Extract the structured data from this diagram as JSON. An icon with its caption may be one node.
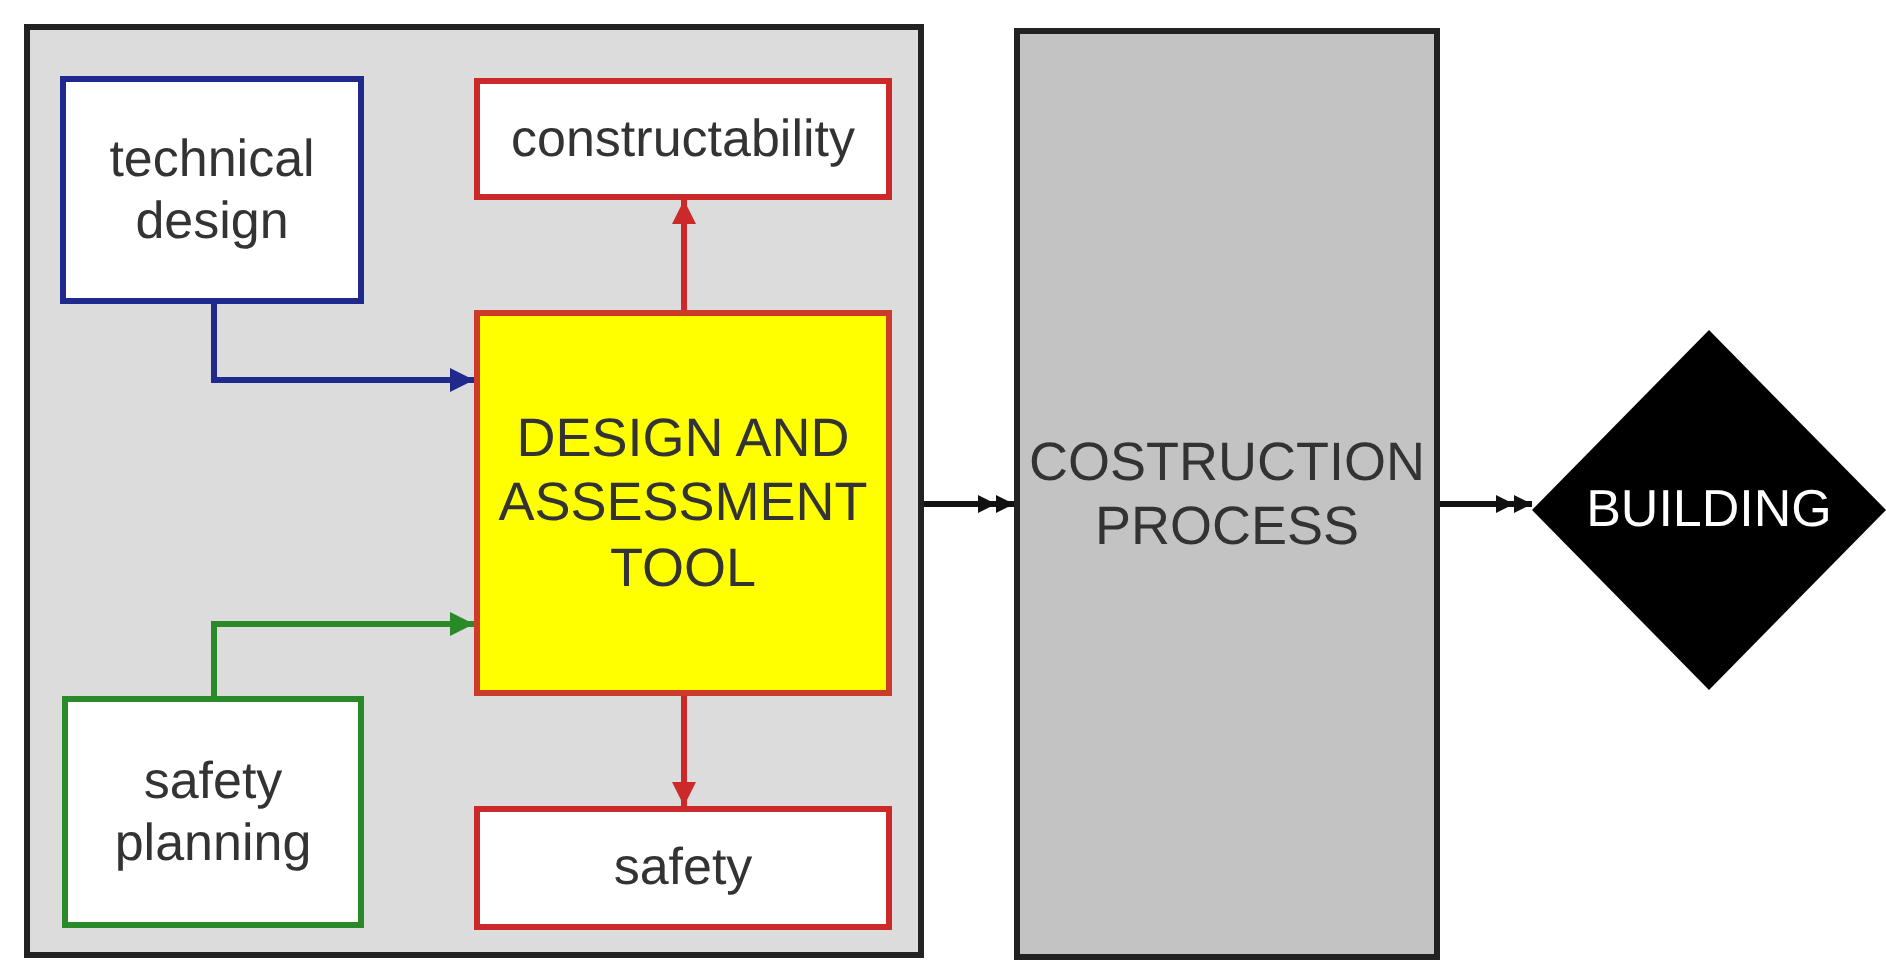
{
  "diagram": {
    "nodes": [
      {
        "text": [],
        "shape": "box"
      },
      {
        "text": [
          "technical design"
        ],
        "in": 0
      },
      {
        "text": [
          "constructability"
        ],
        "in": 0
      },
      {
        "text": [
          "DESIGN AND ASSESSMENT TOOL"
        ],
        "in": 0
      },
      {
        "text": [
          "safety planning"
        ],
        "in": 0
      },
      {
        "text": [
          "safety"
        ],
        "in": 0
      },
      {
        "text": [
          "COSTRUCTION PROCESS"
        ]
      },
      {
        "text": [
          "BUILDING"
        ]
      }
    ],
    "edges": [
      {
        "from": 1,
        "to": 3,
        "arrow": "to",
        "color": "#1f2a8c"
      },
      {
        "from": 4,
        "to": 3,
        "arrow": "to",
        "color": "#2a8a2a"
      },
      {
        "from": 3,
        "to": 2,
        "arrow": "to",
        "color": "#cc2a2a"
      },
      {
        "from": 3,
        "to": 5,
        "arrow": "to",
        "color": "#cc2a2a"
      },
      {
        "from": 0,
        "to": 6,
        "arrow": "to",
        "color": "#111111"
      },
      {
        "from": 6,
        "to": 7,
        "arrow": "to",
        "color": "#111111"
      }
    ]
  }
}
